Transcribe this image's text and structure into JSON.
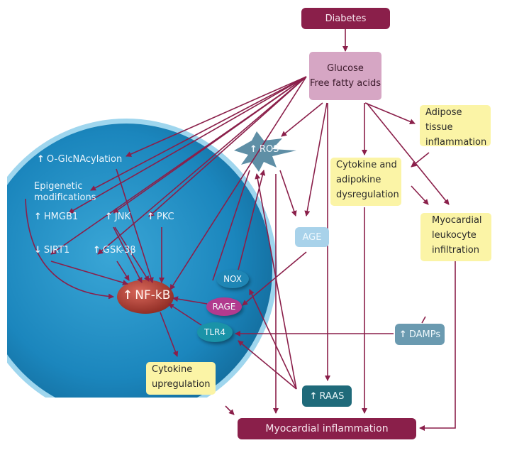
{
  "nodes": {
    "diabetes": "Diabetes",
    "glucose_line1": "Glucose",
    "glucose_line2": "Free fatty acids",
    "ros": "ROS",
    "age": "AGE",
    "adipose_line1": "Adipose tissue",
    "adipose_line2": "inflammation",
    "cytokine_adipokine_line1": "Cytokine and",
    "cytokine_adipokine_line2": "adipokine",
    "cytokine_adipokine_line3": "dysregulation",
    "leukocyte_line1": "Myocardial",
    "leukocyte_line2": "leukocyte",
    "leukocyte_line3": "infiltration",
    "damps": "DAMPs",
    "raas": "RAAS",
    "myocardial_inflammation": "Myocardial inflammation",
    "cytokine_upregulation_line1": "Cytokine",
    "cytokine_upregulation_line2": "upregulation"
  },
  "cell": {
    "o_glcnacylation": "O-GlcNAcylation",
    "epigenetic_line1": "Epigenetic",
    "epigenetic_line2": "modifications",
    "hmgb1": "HMGB1",
    "jnk": "JNK",
    "pkc": "PKC",
    "sirt1": "SIRT1",
    "gsk3b": "GSK-3β",
    "nfkb": "NF-kB",
    "nox": "NOX",
    "rage": "RAGE",
    "tlr4": "TLR4"
  },
  "symbols": {
    "increase": "↑",
    "decrease": "↓"
  },
  "colors": {
    "arrow": "#8a1f4a",
    "dark_box": "#8a1f4a",
    "pink_box": "#d6a6c4",
    "yellow_box": "#fbf4a6",
    "teal_box": "#1f6a7a",
    "steel_box": "#6a9ab0",
    "cell": "#1f8fc4"
  }
}
